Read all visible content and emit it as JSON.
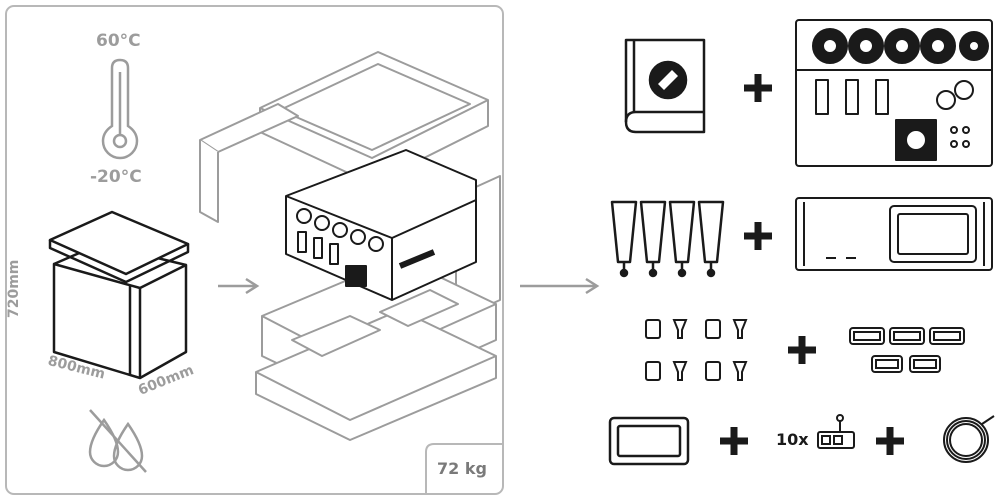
{
  "storage": {
    "temp_max": "60°C",
    "temp_min": "-20°C",
    "box_height": "720mm",
    "box_length": "800mm",
    "box_width": "600mm",
    "weight": "72 kg"
  },
  "contents": {
    "cable_tie_qty": "10x"
  },
  "colors": {
    "panel_border": "#b8b8b8",
    "line_dark": "#1a1a1a",
    "line_light": "#9c9c9c",
    "label_grey": "#9c9c9c"
  },
  "icons": [
    "thermometer-icon",
    "packing-box-icon",
    "no-water-icon",
    "crated-device-icon",
    "manual-icon",
    "rear-panel-icon",
    "feet-icon",
    "front-panel-icon",
    "connector-plug-icon",
    "connector-block-icon",
    "frame-icon",
    "cable-tie-icon",
    "cable-coil-icon",
    "plus-icon",
    "arrow-icon"
  ]
}
